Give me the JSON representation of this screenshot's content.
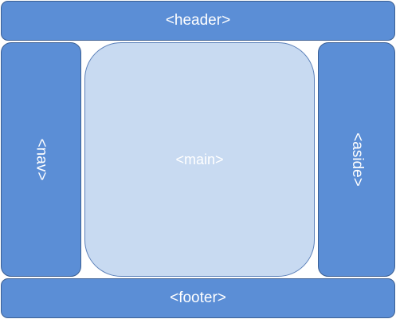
{
  "diagram": {
    "header": {
      "label": "<header>"
    },
    "nav": {
      "label": "<nav>"
    },
    "main": {
      "label": "<main>"
    },
    "aside": {
      "label": "<aside>"
    },
    "footer": {
      "label": "<footer>"
    }
  },
  "colors": {
    "region_fill": "#5b8ed6",
    "main_fill": "#c8daf1",
    "border": "#3b5f93",
    "text": "#ffffff"
  }
}
